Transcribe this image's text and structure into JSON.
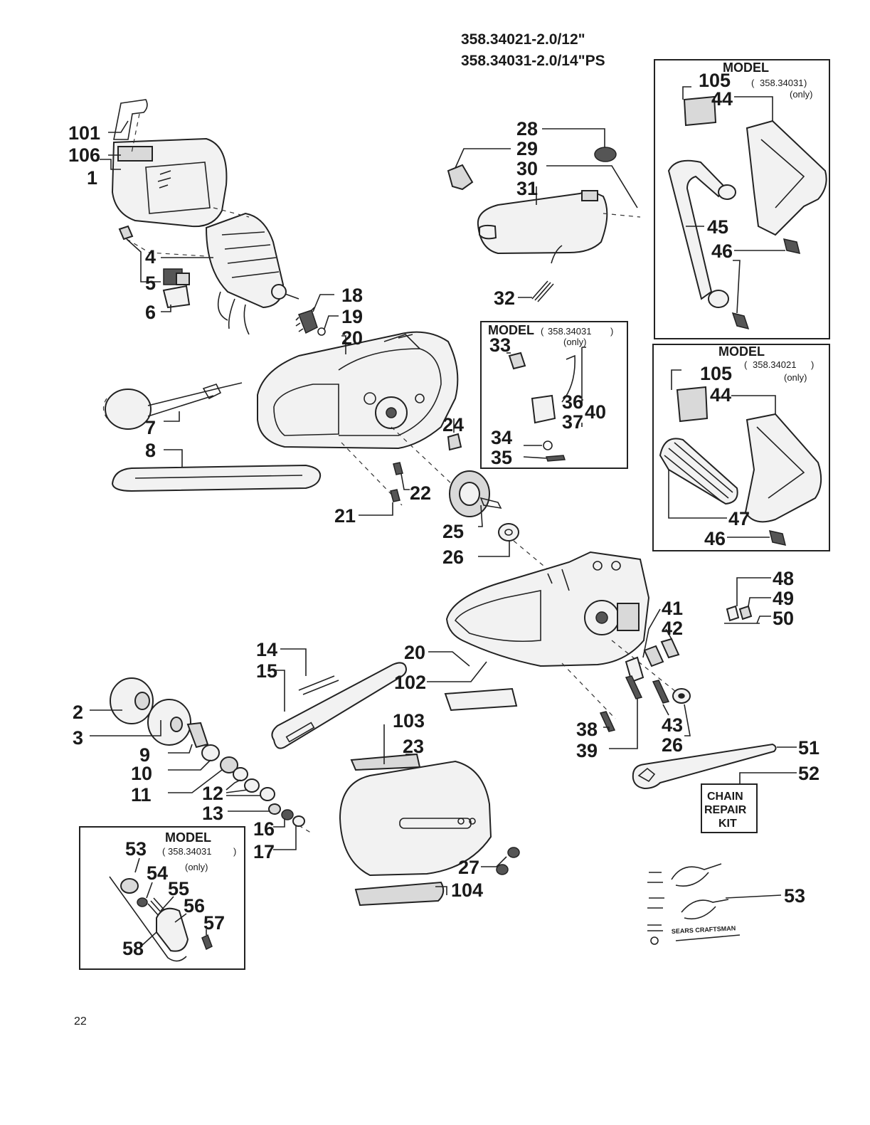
{
  "header": {
    "line1": "358.34021-2.0/12\"",
    "line2": "358.34031-2.0/14\"PS"
  },
  "page_number": "22",
  "model_boxes": {
    "top_right": {
      "title": "MODEL",
      "paren_open": "(",
      "number": "358.34031",
      "paren_close": ")",
      "only": "(only)"
    },
    "mid_right": {
      "title": "MODEL",
      "paren_open": "(",
      "number": "358.34021",
      "paren_close": ")",
      "only": "(only)"
    },
    "center": {
      "title": "MODEL",
      "paren_open": "(",
      "number": "358.34031",
      "paren_close": ")",
      "only": "(only)"
    },
    "bottom_left": {
      "title": "MODEL",
      "paren_open": "(",
      "number": "358.34031",
      "paren_close": ")",
      "only": "(only)"
    }
  },
  "kit_label": {
    "l1": "CHAIN",
    "l2": "REPAIR",
    "l3": "KIT"
  },
  "decal_text": "SEARS CRAFTSMAN",
  "callouts": {
    "c101": "101",
    "c106": "106",
    "c1": "1",
    "c4": "4",
    "c5": "5",
    "c6": "6",
    "c18": "18",
    "c19": "19",
    "c20a": "20",
    "c7": "7",
    "c8": "8",
    "c21": "21",
    "c22": "22",
    "c28": "28",
    "c29": "29",
    "c30": "30",
    "c31": "31",
    "c32": "32",
    "c33": "33",
    "c34": "34",
    "c35": "35",
    "c36": "36",
    "c37": "37",
    "c40": "40",
    "c24": "24",
    "c25": "25",
    "c26a": "26",
    "c105a": "105",
    "c44a": "44",
    "c45": "45",
    "c46a": "46",
    "c105b": "105",
    "c44b": "44",
    "c47": "47",
    "c46b": "46",
    "c48": "48",
    "c49": "49",
    "c50": "50",
    "c41": "41",
    "c42": "42",
    "c43": "43",
    "c26b": "26",
    "c38": "38",
    "c39": "39",
    "c14": "14",
    "c15": "15",
    "c20b": "20",
    "c102": "102",
    "c2": "2",
    "c3": "3",
    "c9": "9",
    "c10": "10",
    "c11": "11",
    "c12": "12",
    "c13": "13",
    "c16": "16",
    "c17": "17",
    "c103": "103",
    "c23": "23",
    "c27": "27",
    "c104": "104",
    "c51": "51",
    "c52": "52",
    "c53a": "53",
    "c53b": "53",
    "c54": "54",
    "c55": "55",
    "c56": "56",
    "c57": "57",
    "c58": "58"
  }
}
